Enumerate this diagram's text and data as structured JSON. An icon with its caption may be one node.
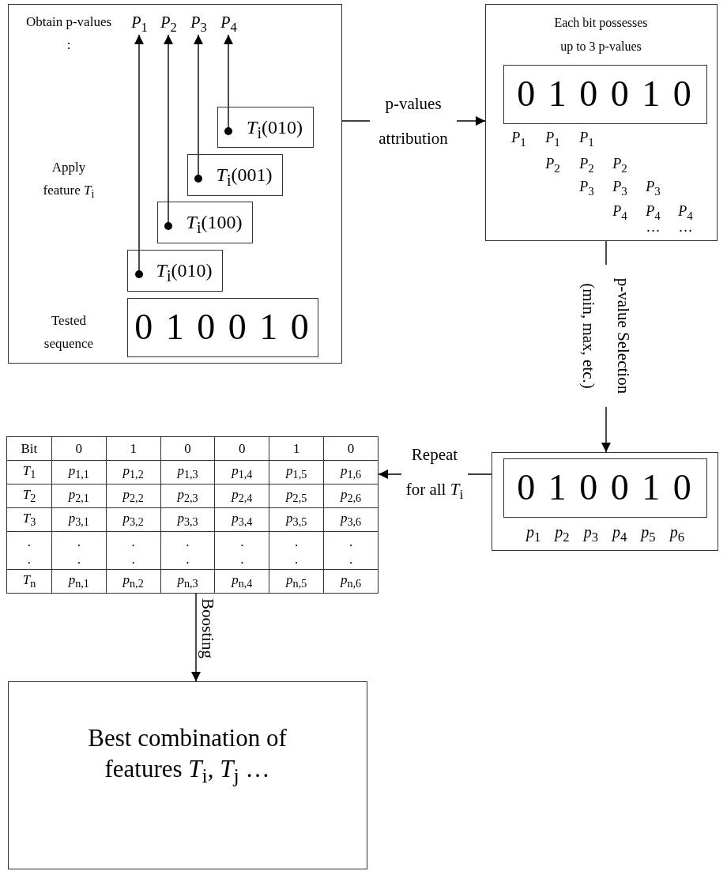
{
  "diagram": {
    "nodes": [
      {
        "text": [
          "Obtain p-values :",
          "Apply feature *T*$_{i}$",
          "Tested sequence"
        ]
      },
      {
        "text": [
          "*P*$_{1}$"
        ],
        "in": 0
      },
      {
        "text": [
          "*P*$_{2}$"
        ],
        "in": 0
      },
      {
        "text": [
          "*P*$_{3}$"
        ],
        "in": 0
      },
      {
        "text": [
          "*P*$_{4}$"
        ],
        "in": 0
      },
      {
        "text": [
          "*T*$_{i}$(010)"
        ],
        "in": 0
      },
      {
        "text": [
          "*T*$_{i}$(001)"
        ],
        "in": 0
      },
      {
        "text": [
          "*T*$_{i}$(100)"
        ],
        "in": 0
      },
      {
        "text": [
          "*T*$_{i}$(010)"
        ],
        "in": 0
      },
      {
        "text": [
          "0 1 0 0 1 0"
        ],
        "in": 0
      },
      {
        "text": [
          "Each bit possesses up to 3 p-values"
        ]
      },
      {
        "text": [
          "0 1 0 0 1 0"
        ],
        "in": 10
      },
      {
        "text": [
          "*p*$_{1}$ *p*$_{2}$ *p*$_{3}$ *p*$_{4}$ *p*$_{5}$ *p*$_{6}$"
        ]
      },
      {
        "text": [
          "0 1 0 0 1 0"
        ],
        "in": 12
      },
      {
        "text": [],
        "shape": "box"
      },
      {
        "text": [
          "Best combination of features *T*$_{i}$, *T*$_{j}$ …"
        ]
      }
    ],
    "edges": [
      {
        "from": 8,
        "to": 1,
        "arrow": "to"
      },
      {
        "from": 7,
        "to": 2,
        "arrow": "to"
      },
      {
        "from": 6,
        "to": 3,
        "arrow": "to"
      },
      {
        "from": 5,
        "to": 4,
        "arrow": "to"
      },
      {
        "from": 0,
        "to": 10,
        "arrow": "to",
        "label": "p-values attribution"
      },
      {
        "from": 10,
        "to": 12,
        "arrow": "to",
        "label": "p-value Selection (min, max, etc.)"
      },
      {
        "from": 12,
        "to": 14,
        "arrow": "to",
        "label": "Repeat for all *T*$_{i}$"
      },
      {
        "from": 14,
        "to": 15,
        "arrow": "to",
        "label": "Boosting"
      }
    ],
    "labels": [
      "*P*$_{1}$",
      "*P*$_{1}$",
      "*P*$_{1}$",
      "*P*$_{2}$",
      "*P*$_{2}$",
      "*P*$_{2}$",
      "*P*$_{3}$",
      "*P*$_{3}$",
      "*P*$_{3}$",
      "*P*$_{4}$",
      "*P*$_{4}$",
      "*P*$_{4}$",
      "…",
      "…",
      "Bit",
      "0",
      "1",
      "0",
      "0",
      "1",
      "0",
      "*T*$_{1}$",
      "*p*$_{1,1}$",
      "*p*$_{1,2}$",
      "*p*$_{1,3}$",
      "*p*$_{1,4}$",
      "*p*$_{1,5}$",
      "*p*$_{1,6}$",
      "*T*$_{2}$",
      "*p*$_{2,1}$",
      "*p*$_{2,2}$",
      "*p*$_{2,3}$",
      "*p*$_{2,4}$",
      "*p*$_{2,5}$",
      "*p*$_{2,6}$",
      "*T*$_{3}$",
      "*p*$_{3,1}$",
      "*p*$_{3,2}$",
      "*p*$_{3,3}$",
      "*p*$_{3,4}$",
      "*p*$_{3,5}$",
      "*p*$_{3,6}$",
      ". .",
      ". .",
      ". .",
      ". .",
      ". .",
      ". .",
      ". .",
      "*T*$_{n}$",
      "*p*$_{n,1}$",
      "*p*$_{n,2}$",
      "*p*$_{n,3}$",
      "*p*$_{n,4}$",
      "*p*$_{n,5}$",
      "*p*$_{n,6}$"
    ]
  }
}
